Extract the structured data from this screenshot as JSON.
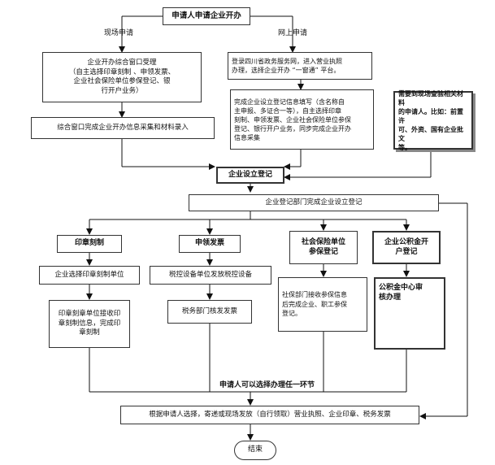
{
  "start": "申请人申请企业开办",
  "branch_onsite": "现场申请",
  "branch_online": "网上申请",
  "onsite_step1": "企业开办综合窗口受理\n（自主选择印章刻制 、申领发票、\n企业社会保险单位参保登记、银\n行开户业务）",
  "onsite_step2": "综合窗口完成企业开办信息采集和材料录入",
  "online_step1": "登录四川省政务服务网，进入营业执照\n办理，选择企业开办 “一窗通” 平台。",
  "online_step2": "完成企业设立登记信息填写（含名称自\n主申报、多证合一等），自主选择印章\n刻制、申领发票、企业社会保险单位参保\n登记、银行开户业务，同步完成企业开办\n信息采集",
  "onsite_check_note": "需要到现场查验相关材料\n的申请人。比如：前置许\n可、外资、国有企业批文\n等。",
  "establish": "企业设立登记",
  "establish_done": "企业登记部门完成企业设立登记",
  "seal_title": "印章刻制",
  "seal_step1": "企业选择印章刻制单位",
  "seal_step2": "印章刻章单位接收印\n章刻制信息，完成印\n章刻制",
  "invoice_title": "申领发票",
  "invoice_step1": "税控设备单位发放税控设备",
  "invoice_step2": "税务部门核发发票",
  "social_title": "社会保险单位\n参保登记",
  "social_step1": "社保部门接收参保信息\n后完成企业、职工参保\n登记。",
  "fund_title": "企业公积金开\n户登记",
  "fund_step1": "公积金中心审\n核办理",
  "choose_note": "申请人可以选择办理任一环节",
  "delivery": "根据申请人选择，寄递或现场发放（自行领取）营业执照、企业印章、税务发票",
  "end": "结束"
}
